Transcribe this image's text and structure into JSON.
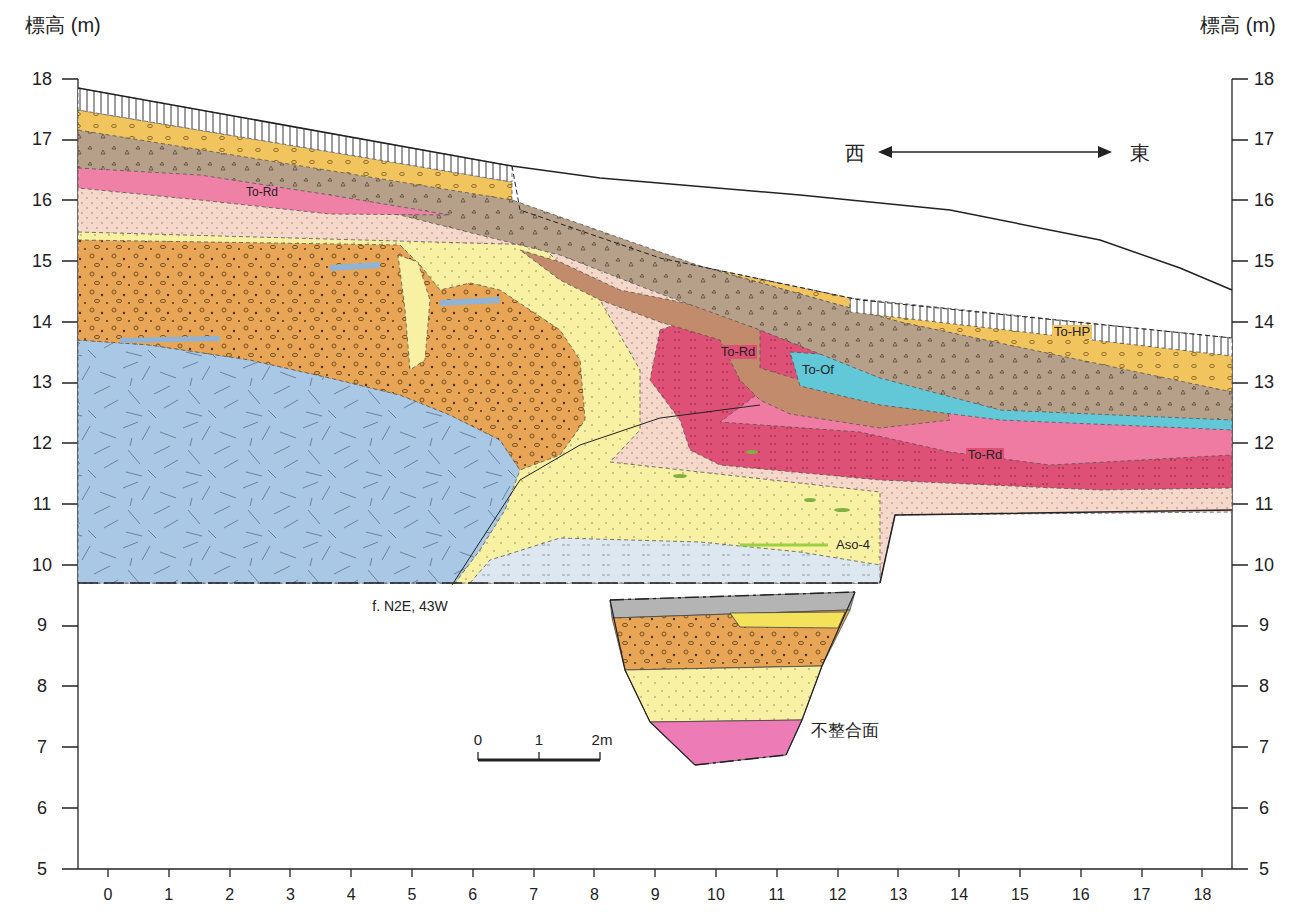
{
  "diagram": {
    "labels": [
      "標高 (m)",
      "標高 (m)",
      "18",
      "17",
      "16",
      "15",
      "14",
      "13",
      "12",
      "11",
      "10",
      "9",
      "8",
      "7",
      "6",
      "5",
      "18",
      "17",
      "16",
      "15",
      "14",
      "13",
      "12",
      "11",
      "10",
      "9",
      "8",
      "7",
      "6",
      "5",
      "西",
      "東",
      "To-Rd",
      "To-Rd",
      "To-Of",
      "To-HP",
      "To-Rd",
      "Aso-4",
      "f. N2E, 43W",
      "0",
      "1",
      "2m",
      "不整合面",
      "0",
      "1",
      "2",
      "3",
      "4",
      "5",
      "6",
      "7",
      "8",
      "9",
      "10",
      "11",
      "12",
      "13",
      "14",
      "15",
      "16",
      "17",
      "18"
    ]
  }
}
